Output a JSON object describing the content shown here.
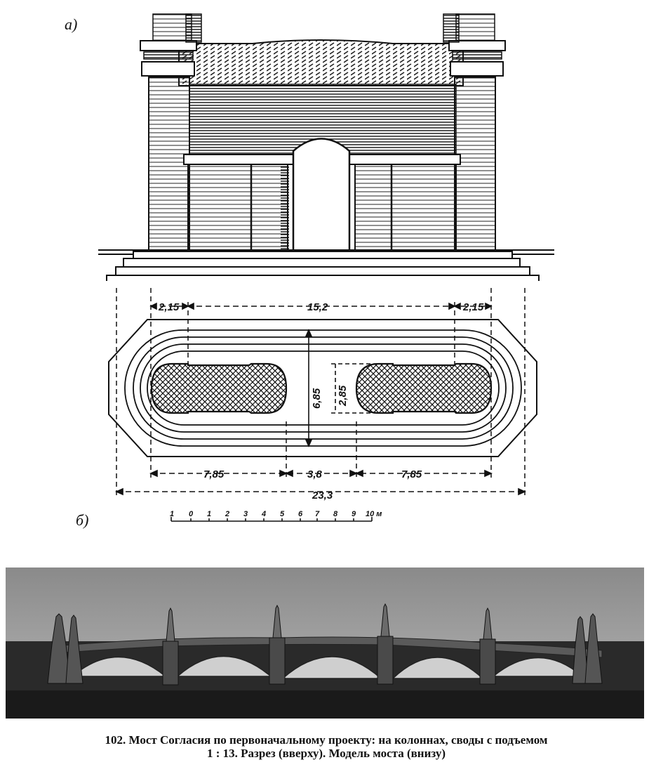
{
  "figure": {
    "label_a": "а)",
    "label_b": "б)",
    "dimensions": {
      "d1": "2,15",
      "d2": "15,2",
      "d3": "2,15",
      "d4": "6,85",
      "d5": "2,85",
      "d6": "7,85",
      "d7": "3,8",
      "d8": "7,85",
      "d9": "23,3"
    },
    "scale": {
      "ticks": [
        "1",
        "0",
        "1",
        "2",
        "3",
        "4",
        "5",
        "6",
        "7",
        "8",
        "9",
        "10 м"
      ]
    }
  },
  "caption": {
    "line1": "102. Мост Согласия по первоначальному проекту: на колоннах, своды с подъемом",
    "line2": "1 : 13. Разрез (вверху). Модель моста (внизу)"
  }
}
